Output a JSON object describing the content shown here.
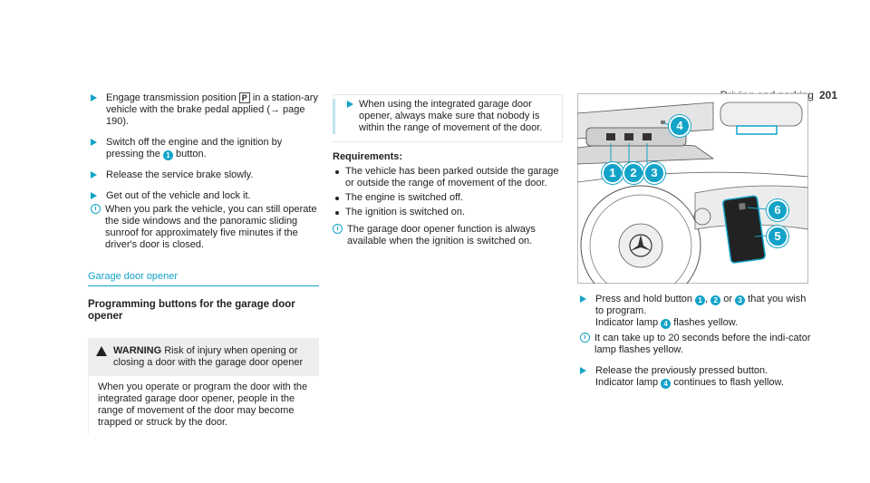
{
  "header": {
    "section": "Driving and parking",
    "page": "201"
  },
  "col1": {
    "steps": [
      {
        "pre": "Engage transmission position ",
        "gear": "P",
        "post": " in a station-ary vehicle with the brake pedal applied (→ page 190)."
      },
      {
        "pre": "Switch off the engine and the ignition by pressing the ",
        "num": "1",
        "post": " button."
      },
      {
        "text": "Release the service brake slowly."
      },
      {
        "text": "Get out of the vehicle and lock it."
      }
    ],
    "note": "When you park the vehicle, you can still operate the side windows and the panoramic sliding sunroof for approximately five minutes if the driver's door is closed.",
    "section_title": "Garage door opener",
    "subheading": "Programming buttons for the garage door opener",
    "warning": {
      "label": "WARNING",
      "title": " Risk of injury when opening or closing a door with the garage door opener",
      "body": "When you operate or program the door with the integrated garage door opener, people in the range of movement of the door may become trapped or struck by the door."
    }
  },
  "col2": {
    "boxed_step": "When using the integrated garage door opener, always make sure that nobody is within the range of movement of the door.",
    "req_label": "Requirements:",
    "requirements": [
      "The vehicle has been parked outside the garage or outside the range of movement of the door.",
      "The engine is switched off.",
      "The ignition is switched on."
    ],
    "note": "The garage door opener function is always available when the ignition is switched on."
  },
  "col3": {
    "step1": {
      "pre": "Press and hold button ",
      "n1": "1",
      "sep1": ", ",
      "n2": "2",
      "sep2": " or ",
      "n3": "3",
      "post": " that you wish to program.",
      "line2pre": "Indicator lamp ",
      "n4": "4",
      "line2post": " flashes yellow."
    },
    "note": "It can take up to 20 seconds before the indi-cator lamp flashes yellow.",
    "step2": {
      "line1": "Release the previously pressed button.",
      "line2pre": "Indicator lamp ",
      "n4": "4",
      "line2post": " continues to flash yellow."
    }
  },
  "figure": {
    "callouts": [
      "1",
      "2",
      "3",
      "4",
      "5",
      "6"
    ]
  },
  "colors": {
    "accent": "#13a3c8"
  }
}
